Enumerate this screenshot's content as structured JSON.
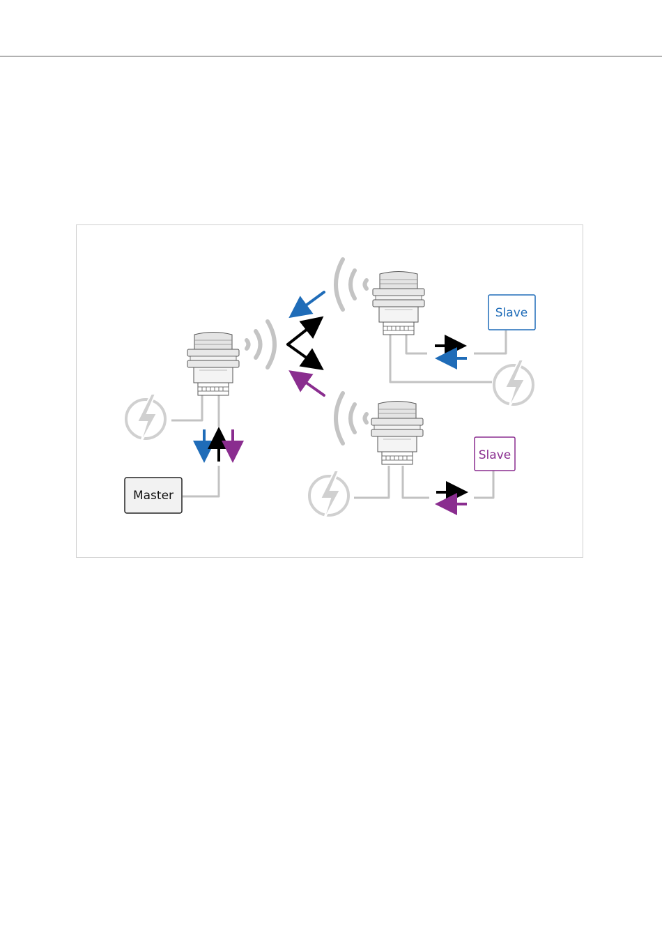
{
  "diagram": {
    "master_label": "Master",
    "slave_top_label": "Slave",
    "slave_bottom_label": "Slave"
  },
  "colors": {
    "blue": "#1f6cb8",
    "purple": "#8a2d8f",
    "black": "#000000",
    "gray": "#c2c2c2",
    "device": "#d9d9d9"
  },
  "icons": {
    "power": "lightning-bolt-icon",
    "wireless": "radio-waves-icon",
    "device": "wireless-gateway-device-icon"
  }
}
